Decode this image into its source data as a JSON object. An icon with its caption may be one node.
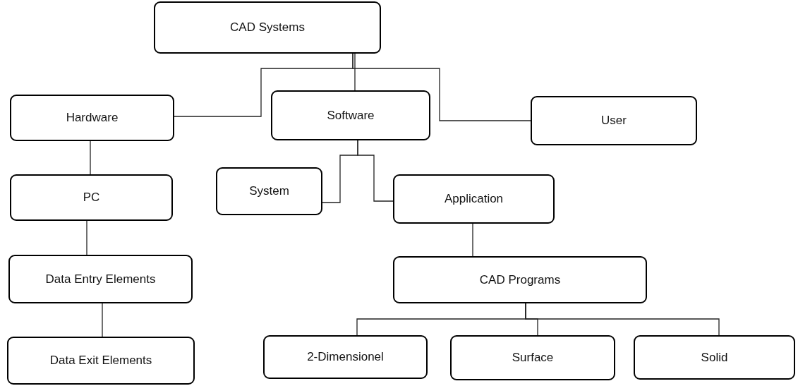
{
  "diagram": {
    "nodes": [
      {
        "text": [
          "CAD Systems"
        ]
      },
      {
        "text": [
          "Hardware"
        ]
      },
      {
        "text": [
          "Software"
        ]
      },
      {
        "text": [
          "User"
        ]
      },
      {
        "text": [
          "PC"
        ]
      },
      {
        "text": [
          "System"
        ]
      },
      {
        "text": [
          "Application"
        ]
      },
      {
        "text": [
          "Data Entry Elements"
        ]
      },
      {
        "text": [
          "CAD Programs"
        ]
      },
      {
        "text": [
          "Data Exit Elements"
        ]
      },
      {
        "text": [
          "2-Dimensionel"
        ]
      },
      {
        "text": [
          "Surface"
        ]
      },
      {
        "text": [
          "Solid"
        ]
      }
    ],
    "edges": [
      {
        "from": 0,
        "to": 1,
        "arrow": "none"
      },
      {
        "from": 0,
        "to": 2,
        "arrow": "none"
      },
      {
        "from": 0,
        "to": 3,
        "arrow": "none"
      },
      {
        "from": 1,
        "to": 4,
        "arrow": "none"
      },
      {
        "from": 2,
        "to": 5,
        "arrow": "none"
      },
      {
        "from": 2,
        "to": 6,
        "arrow": "none"
      },
      {
        "from": 4,
        "to": 7,
        "arrow": "none"
      },
      {
        "from": 6,
        "to": 8,
        "arrow": "none"
      },
      {
        "from": 7,
        "to": 9,
        "arrow": "none"
      },
      {
        "from": 8,
        "to": 10,
        "arrow": "none"
      },
      {
        "from": 8,
        "to": 11,
        "arrow": "none"
      },
      {
        "from": 8,
        "to": 12,
        "arrow": "none"
      }
    ]
  }
}
